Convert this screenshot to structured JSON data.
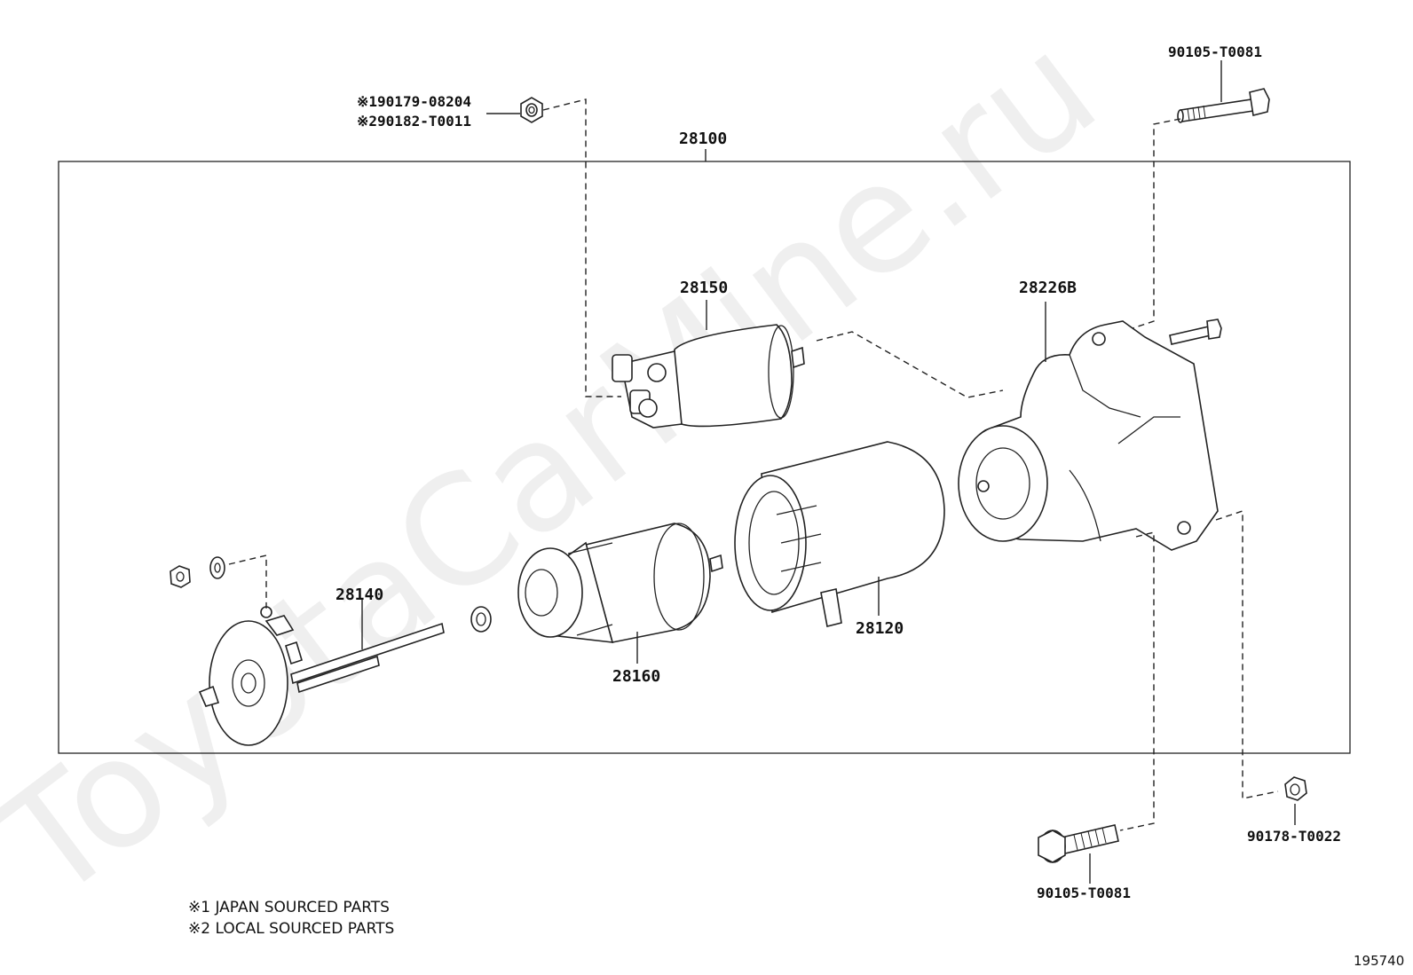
{
  "diagram": {
    "watermark": "ToyotaCarMine.ru",
    "assembly_label": "28100",
    "parts": {
      "solenoid": "28150",
      "housing": "28226B",
      "yoke": "28120",
      "armature": "28160",
      "brush_holder": "28140"
    },
    "fasteners": {
      "top_left_line1": "※190179-08204",
      "top_left_line2": "※290182-T0011",
      "top_right_bolt": "90105-T0081",
      "bottom_bolt": "90105-T0081",
      "bottom_nut": "90178-T0022"
    },
    "notes": {
      "note1": "※1 JAPAN SOURCED PARTS",
      "note2": "※2 LOCAL SOURCED PARTS"
    },
    "catalog_number": "195740"
  }
}
